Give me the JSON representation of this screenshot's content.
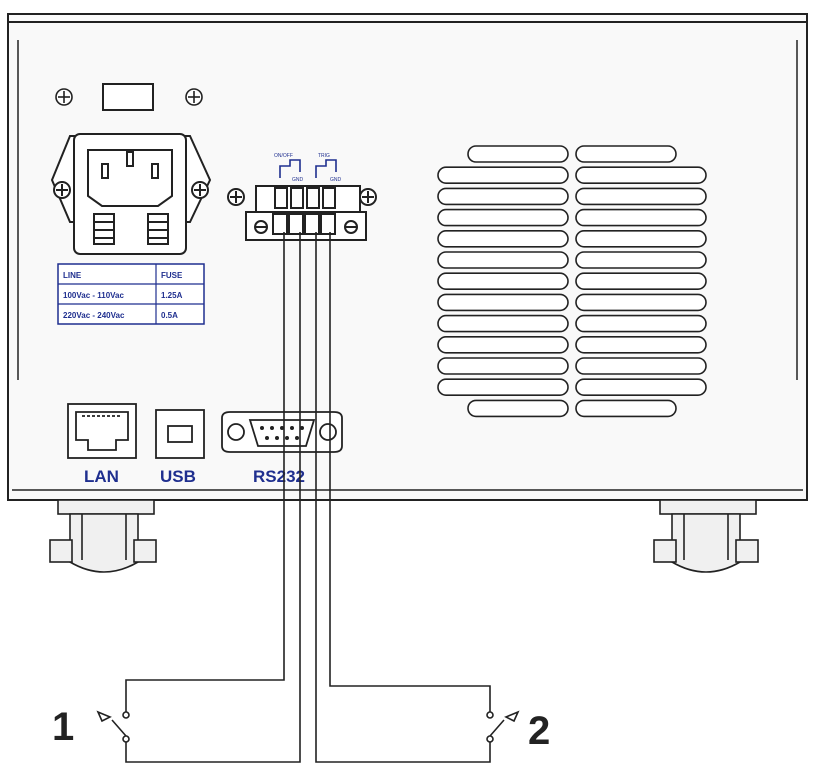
{
  "panel": {
    "fuse_table": {
      "headers": [
        "LINE",
        "FUSE"
      ],
      "rows": [
        [
          "100Vac - 110Vac",
          "1.25A"
        ],
        [
          "220Vac - 240Vac",
          "0.5A"
        ]
      ]
    },
    "connector_labels": {
      "trigger_left": "ON/OFF",
      "trigger_right": "TRIG",
      "gnd_left": "GND",
      "gnd_right": "GND"
    },
    "ports": {
      "lan": "LAN",
      "usb": "USB",
      "rs232": "RS232"
    }
  },
  "switches": {
    "left_number": "1",
    "right_number": "2"
  },
  "colors": {
    "line": "#222222",
    "label_blue": "#1f2f8f",
    "panel_bg": "#f6f6f6"
  }
}
